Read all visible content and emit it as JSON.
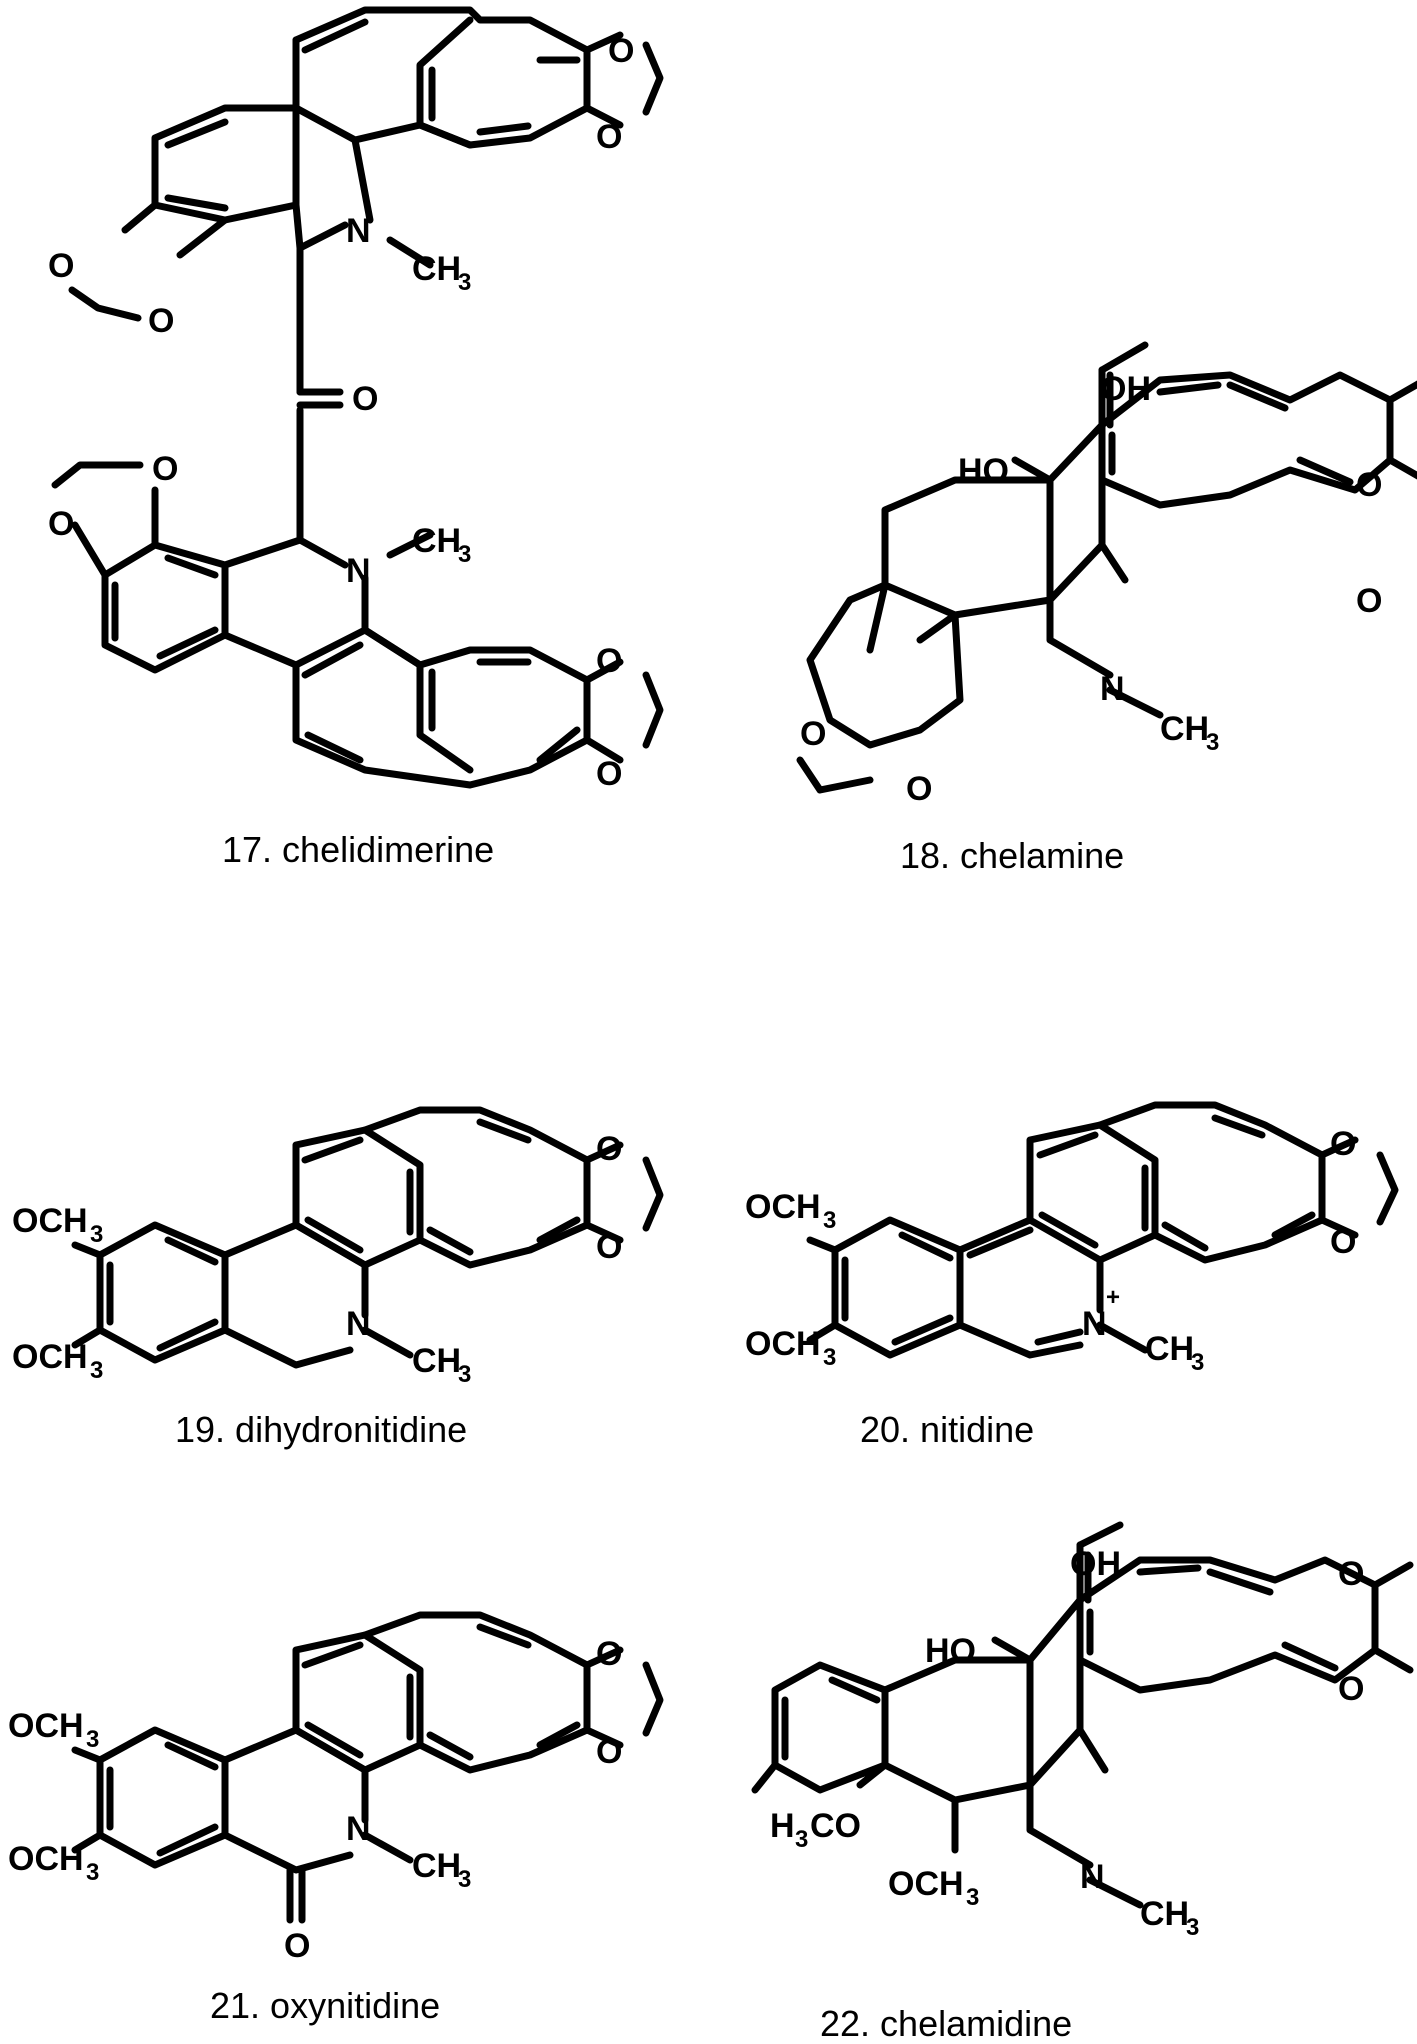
{
  "compounds": [
    {
      "number": "17",
      "name": "chelidimerine",
      "caption": "17. chelidimerine"
    },
    {
      "number": "18",
      "name": "chelamine",
      "caption": "18. chelamine"
    },
    {
      "number": "19",
      "name": "dihydronitidine",
      "caption": "19. dihydronitidine"
    },
    {
      "number": "20",
      "name": "nitidine",
      "caption": "20. nitidine"
    },
    {
      "number": "21",
      "name": "oxynitidine",
      "caption": "21. oxynitidine"
    },
    {
      "number": "22",
      "name": "chelamidine",
      "caption": "22. chelamidine"
    }
  ],
  "labels": {
    "oxygen": "O",
    "nitrogen": "N",
    "hydroxyl": "OH",
    "hydroxyl_left": "HO",
    "methyl": "CH",
    "methoxy": "OCH",
    "methoxy_left_h": "H",
    "methoxy_left_co": "CO",
    "subscript_3": "3",
    "charge_plus": "+"
  }
}
